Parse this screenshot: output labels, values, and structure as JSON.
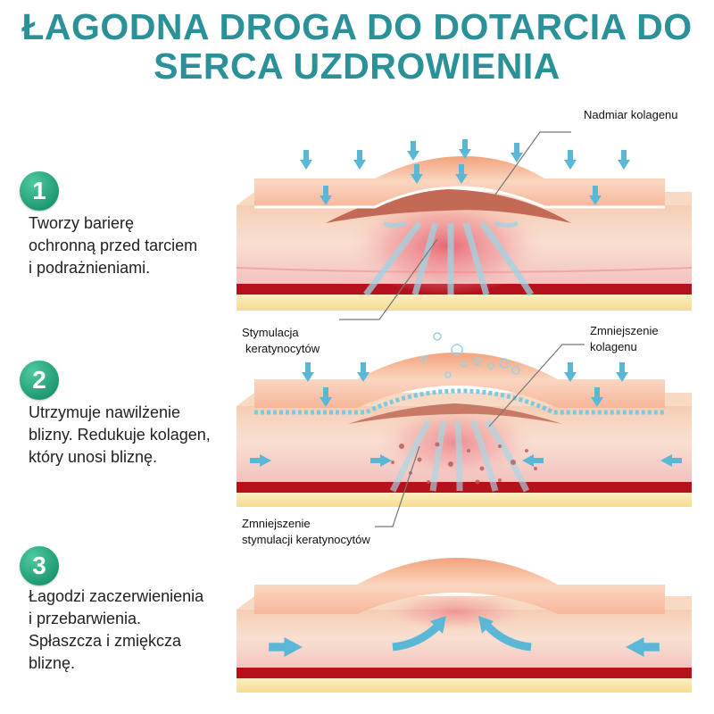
{
  "title_line1": "ŁAGODNA DROGA DO DOTARCIA DO",
  "title_line2": "SERCA UZDROWIENIA",
  "steps": [
    {
      "number": "1",
      "lines": [
        "Tworzy barierę",
        "ochronną przed tarciem",
        "i podrażnieniami."
      ]
    },
    {
      "number": "2",
      "lines": [
        "Utrzymuje nawilżenie",
        "blizny. Redukuje kolagen,",
        "który unosi bliznę."
      ]
    },
    {
      "number": "3",
      "lines": [
        "Łagodzi zaczerwienienia",
        "i przebarwienia.",
        "Spłaszcza i zmiękcza",
        "bliznę."
      ]
    }
  ],
  "labels": {
    "excess_collagen": "Nadmiar kolagenu",
    "stim_1": "Stymulacja",
    "stim_2": "keratynocytów",
    "reduced_collagen_1": "Zmniejszenie",
    "reduced_collagen_2": "kolagenu",
    "reduced_stim_1": "Zmniejszenie",
    "reduced_stim_2": "stymulacji keratynocytów"
  },
  "colors": {
    "title": "#2a9199",
    "badge": "#1f9a74",
    "arrow": "#5ab8d6"
  }
}
